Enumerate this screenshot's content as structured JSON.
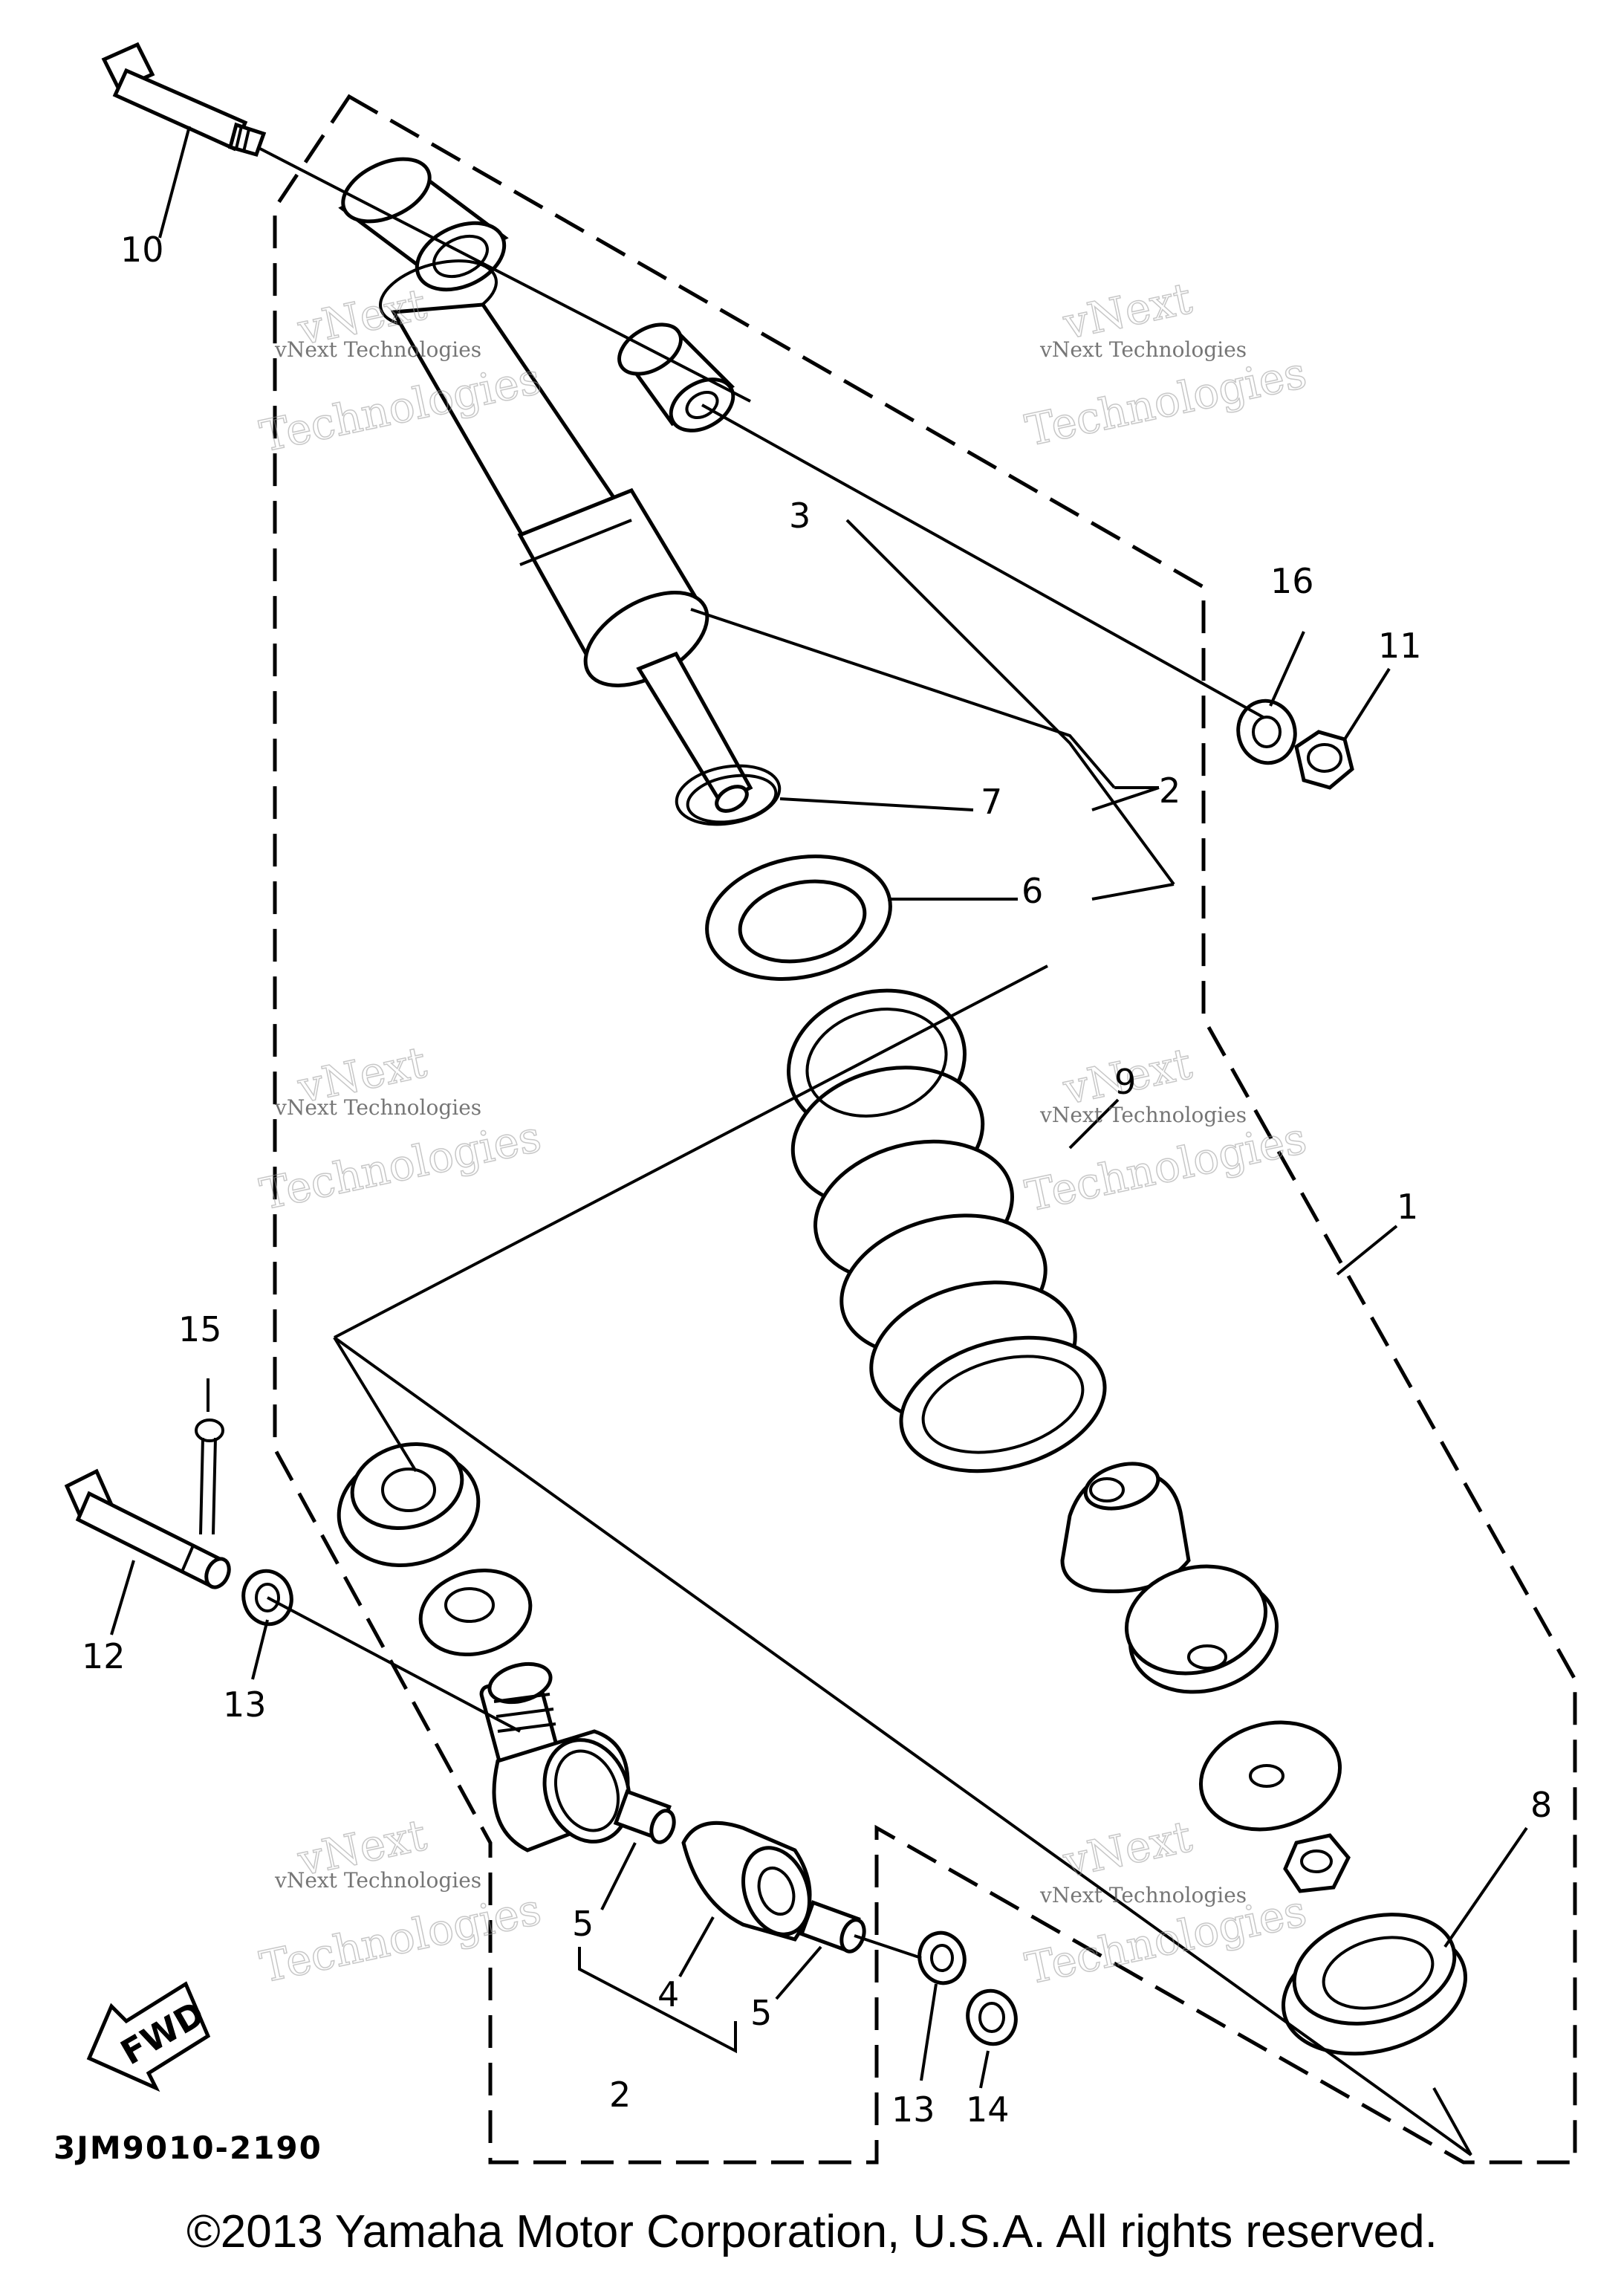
{
  "diagram": {
    "drawing_code": "3JM9010-2190",
    "fwd_label": "FWD",
    "copyright": "©2013 Yamaha Motor Corporation, U.S.A. All rights reserved.",
    "watermark": {
      "line1": "vNext Technologies",
      "line2": "Technologies",
      "line3": "vNext"
    },
    "callouts": {
      "c1": "1",
      "c2a": "2",
      "c2b": "2",
      "c3": "3",
      "c4": "4",
      "c5a": "5",
      "c5b": "5",
      "c6": "6",
      "c7": "7",
      "c8": "8",
      "c9": "9",
      "c10": "10",
      "c11": "11",
      "c12": "12",
      "c13a": "13",
      "c13b": "13",
      "c14": "14",
      "c15": "15",
      "c16": "16"
    }
  }
}
